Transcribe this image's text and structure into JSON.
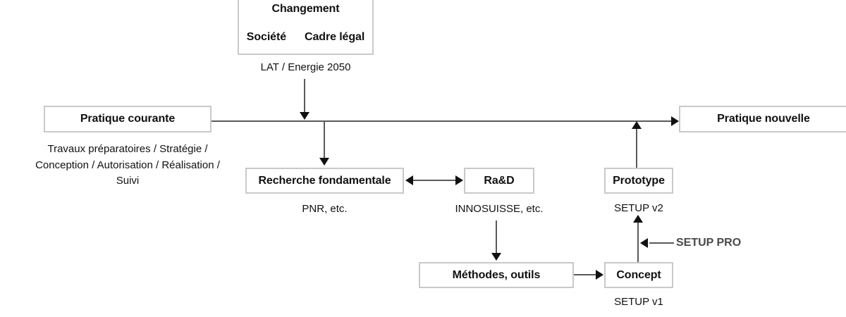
{
  "diagram": {
    "nodes": {
      "changement": {
        "title": "Changement",
        "left_sub": "Société",
        "right_sub": "Cadre légal",
        "caption": "LAT / Energie 2050"
      },
      "pratique_courante": {
        "label": "Pratique courante",
        "caption": "Travaux préparatoires / Stratégie /\nConception / Autorisation / Réalisation /\nSuivi"
      },
      "pratique_nouvelle": {
        "label": "Pratique nouvelle"
      },
      "recherche_fondamentale": {
        "label": "Recherche fondamentale",
        "caption": "PNR, etc."
      },
      "rad": {
        "label": "Ra&D",
        "caption": "INNOSUISSE, etc."
      },
      "prototype": {
        "label": "Prototype",
        "caption": "SETUP v2"
      },
      "methodes_outils": {
        "label": "Méthodes, outils"
      },
      "concept": {
        "label": "Concept",
        "caption": "SETUP v1"
      }
    },
    "annotations": {
      "setup_pro": "SETUP PRO"
    },
    "colors": {
      "box_border": "#c9c9c9",
      "connector": "#5a5a5a",
      "arrowhead": "#111111",
      "text": "#111111",
      "annotation_text": "#4a4a4a",
      "background": "#ffffff"
    }
  }
}
